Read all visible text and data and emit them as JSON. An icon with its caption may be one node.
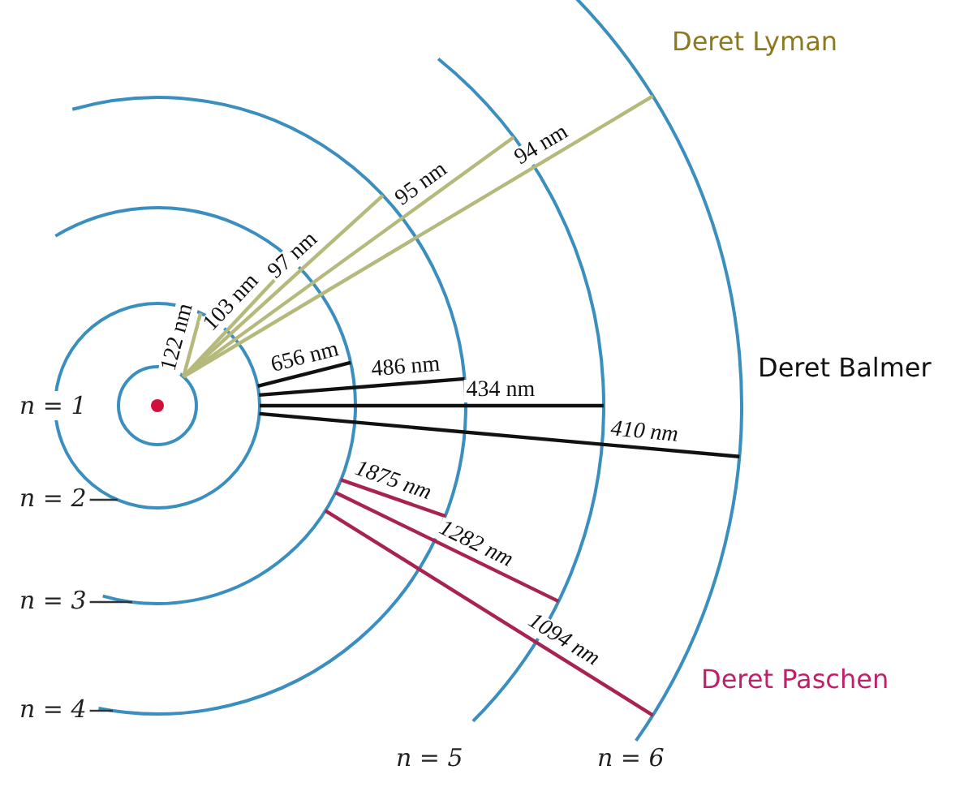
{
  "diagram": {
    "nodes": [
      {
        "text": [],
        "shape": "circle",
        "in": 1
      },
      {
        "text": [],
        "shape": "circle",
        "in": 2
      },
      {
        "text": [],
        "shape": "circle",
        "in": 3
      },
      {
        "text": [],
        "shape": "circle",
        "in": 4
      },
      {
        "text": [],
        "shape": "circle",
        "in": 5
      },
      {
        "text": [],
        "shape": "circle"
      },
      {
        "text": [
          "n = 2"
        ]
      },
      {
        "text": [
          "n = 3"
        ]
      },
      {
        "text": [
          "n = 4"
        ]
      }
    ],
    "edges": [
      {
        "from": 0,
        "to": 1,
        "arrow": "none",
        "label": "122 nm",
        "color": "#b5ba7c"
      },
      {
        "from": 0,
        "to": 2,
        "arrow": "none",
        "label": "103 nm",
        "color": "#b5ba7c"
      },
      {
        "from": 0,
        "to": 3,
        "arrow": "none",
        "label": "97 nm",
        "color": "#b5ba7c"
      },
      {
        "from": 0,
        "to": 4,
        "arrow": "none",
        "label": "95 nm",
        "color": "#b5ba7c"
      },
      {
        "from": 0,
        "to": 5,
        "arrow": "none",
        "label": "94 nm",
        "color": "#b5ba7c"
      },
      {
        "from": 1,
        "to": 2,
        "arrow": "none",
        "label": "656 nm",
        "color": "#111111"
      },
      {
        "from": 1,
        "to": 3,
        "arrow": "none",
        "label": "486 nm",
        "color": "#111111"
      },
      {
        "from": 1,
        "to": 4,
        "arrow": "none",
        "label": "434 nm",
        "color": "#111111"
      },
      {
        "from": 1,
        "to": 5,
        "arrow": "none",
        "label": "410 nm",
        "color": "#111111"
      },
      {
        "from": 2,
        "to": 3,
        "arrow": "none",
        "label": "1875 nm",
        "color": "#a8234f"
      },
      {
        "from": 2,
        "to": 4,
        "arrow": "none",
        "label": "1282 nm",
        "color": "#a8234f"
      },
      {
        "from": 2,
        "to": 5,
        "arrow": "none",
        "label": "1094 nm",
        "color": "#a8234f"
      },
      {
        "from": 6,
        "to": 1,
        "arrow": "none",
        "color": "#333333"
      },
      {
        "from": 7,
        "to": 2,
        "arrow": "none",
        "color": "#333333"
      },
      {
        "from": 8,
        "to": 3,
        "arrow": "none",
        "color": "#333333"
      }
    ],
    "labels": [
      "Deret Lyman",
      "Deret Balmer",
      "n = 1",
      "Deret Paschen",
      "n = 5",
      "n = 6"
    ]
  }
}
